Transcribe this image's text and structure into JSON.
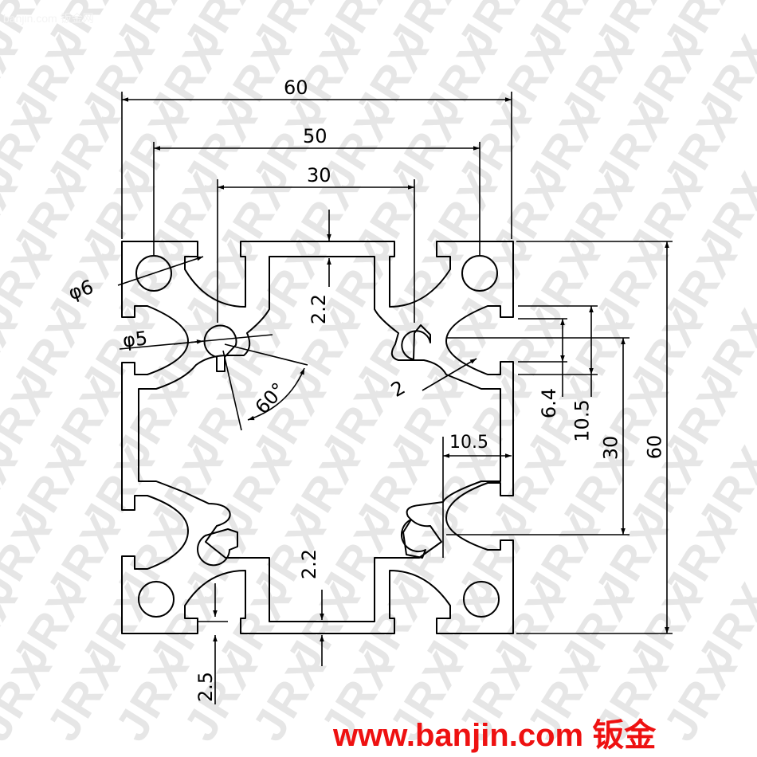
{
  "watermark": {
    "text": "JRX"
  },
  "header_text": "banjin.com 钣金网",
  "footer": {
    "site": "www.banjin.com 钣金",
    "color": "#ee1111"
  },
  "dimensions": {
    "overall_width": "60",
    "slot_pitch": "50",
    "inner_width": "30",
    "wall_top": "2.2",
    "wall_bottom": "2.2",
    "hole_large": "φ6",
    "hole_small": "φ5",
    "angle": "60°",
    "fillet": "2",
    "slot_opening": "6.4",
    "slot_depth": "10.5",
    "inner_height": "30",
    "overall_height": "60",
    "slot_width": "10.5",
    "lip": "2.5"
  }
}
